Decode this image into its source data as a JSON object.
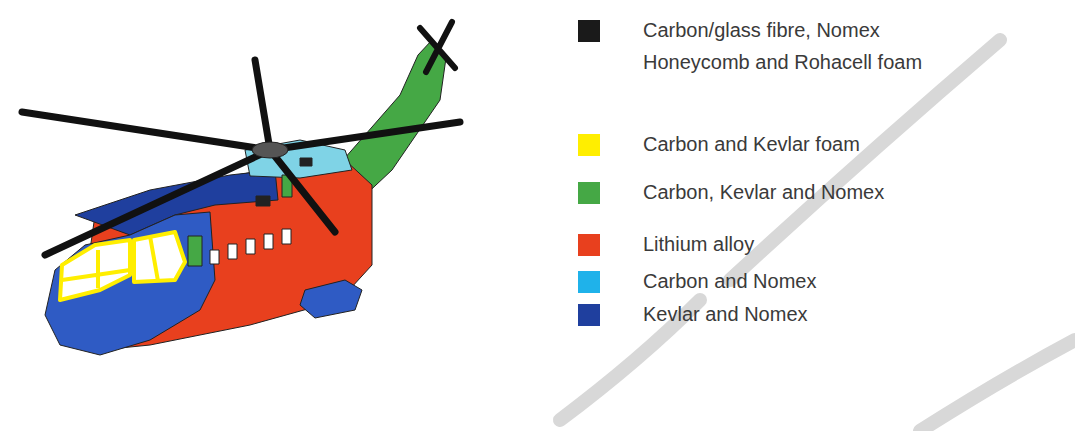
{
  "diagram": {
    "legend": [
      {
        "text": "Carbon/glass fibre, Nomex Honeycomb and Rohacell foam",
        "color": "#1a1a1a"
      },
      {
        "text": "Carbon and Kevlar foam",
        "color": "#ffee00"
      },
      {
        "text": "Carbon, Kevlar and Nomex",
        "color": "#45a845"
      },
      {
        "text": "Lithium alloy",
        "color": "#e8401e"
      },
      {
        "text": "Carbon and Nomex",
        "color": "#1fb2ea"
      },
      {
        "text": "Kevlar and Nomex",
        "color": "#1f3f9e"
      }
    ]
  }
}
